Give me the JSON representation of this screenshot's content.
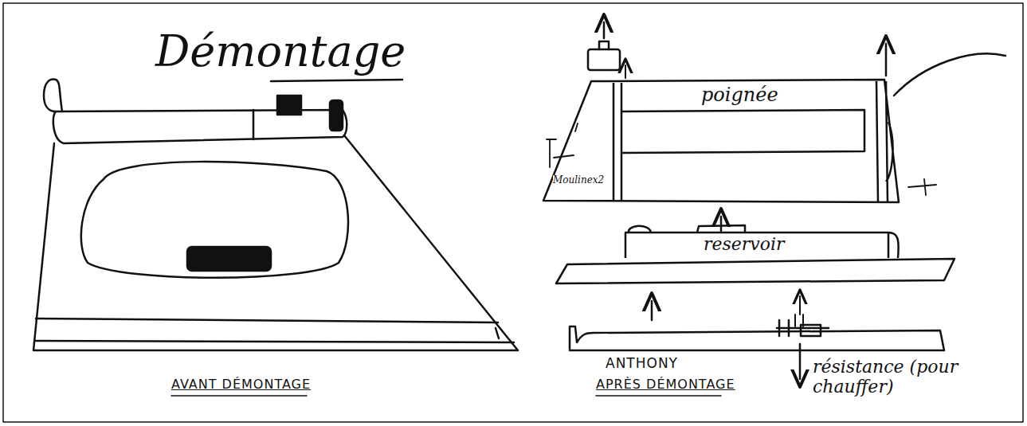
{
  "diagram": {
    "title": "Démontage",
    "nodes": [
      {
        "text": [
          "poignée",
          "Moulinex2"
        ]
      },
      {
        "text": [
          "reservoir"
        ]
      }
    ],
    "labels": [
      "AVANT DÉMONTAGE",
      "ANTHONY",
      "APRÈS DÉMONTAGE",
      "résistance (pour chauffer)"
    ]
  }
}
